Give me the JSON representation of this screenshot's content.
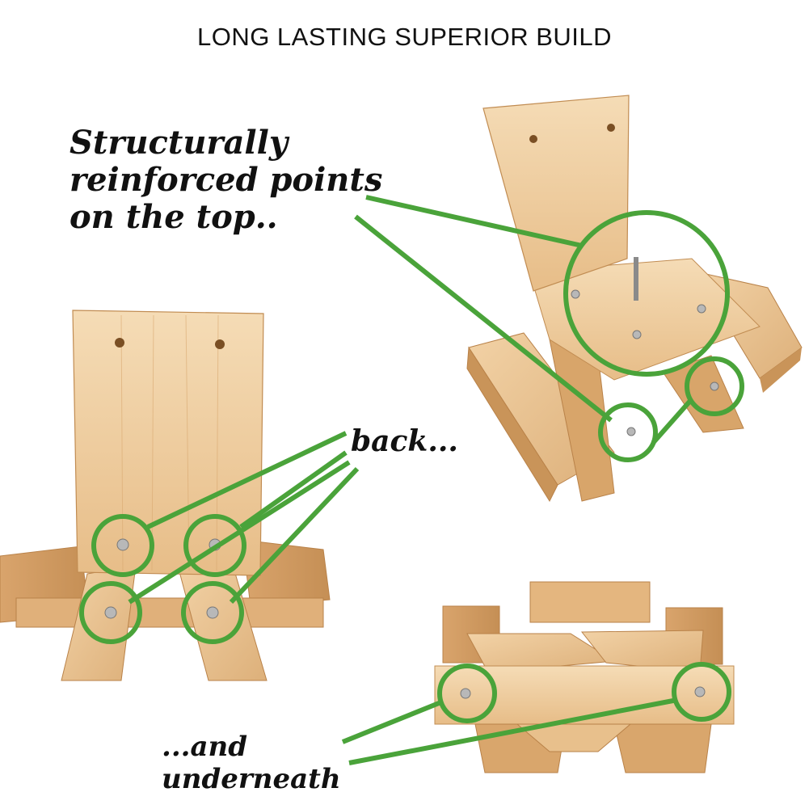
{
  "header": {
    "title": "LONG LASTING SUPERIOR BUILD"
  },
  "callouts": {
    "top": [
      "Structurally",
      "reinforced points",
      "on the top.."
    ],
    "back": "back...",
    "underneath": [
      "...and",
      "underneath"
    ]
  },
  "colors": {
    "background": "#ffffff",
    "highlight": "#4aa33a",
    "wood_light": "#efc998",
    "wood_mid": "#e2b27a",
    "wood_dark": "#c99459",
    "text": "#111111"
  }
}
